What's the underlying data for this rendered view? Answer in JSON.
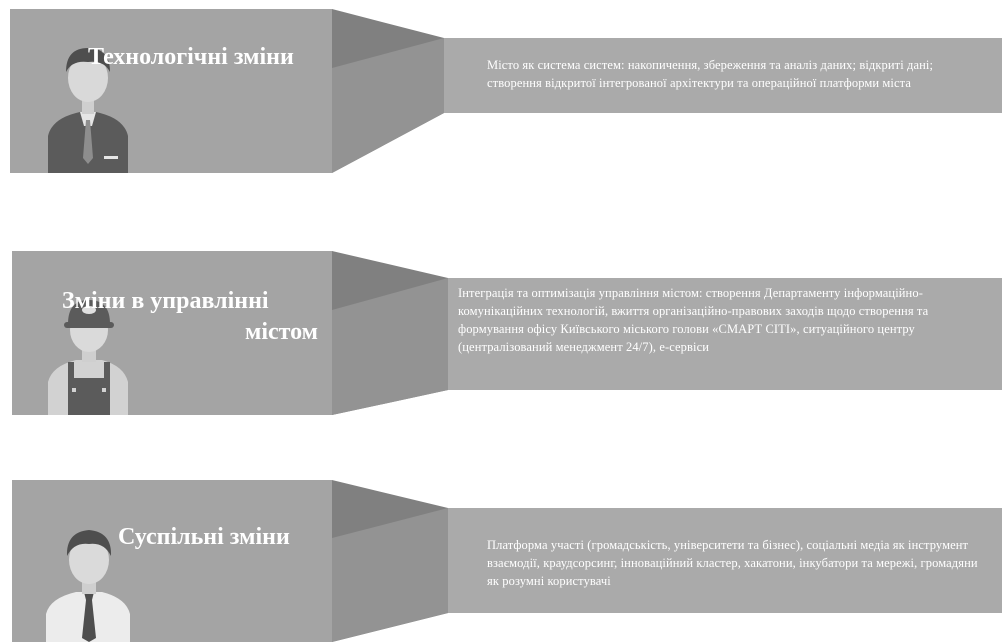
{
  "rows": [
    {
      "heading": "Технологічні зміни",
      "icon": "businessman-icon",
      "description": "Місто як система систем: накопичення, збереження та аналіз даних; відкриті дані; створення відкритої інтегрованої архітектури та операційної платформи міста"
    },
    {
      "heading_line1": "Зміни в управлінні",
      "heading_line2": "містом",
      "icon": "worker-icon",
      "description": "Інтеграція та оптимізація управління містом: створення Департаменту інформаційно-комунікаційних технологій, вжиття організаційно-правових заходів щодо створення та формування офісу Київського міського голови «СМАРТ СІТІ», ситуаційного центру (централізований менеджмент 24/7), е-сервіси"
    },
    {
      "heading": "Суспільні зміни",
      "icon": "office-worker-icon",
      "description": "Платформа участі (громадськість, університети та бізнес), соціальні медіа як інструмент взаємодії, краудсорсинг, інноваційний кластер, хакатони, інкубатори та мережі, громадяни як розумні користувачі"
    }
  ],
  "colors": {
    "left_panel": "#a4a4a4",
    "fold_dark": "#7c7c7c",
    "fold_mid": "#959595",
    "right_panel": "#aaaaaa",
    "icon_dark": "#5a5a5a",
    "icon_light": "#d6d6d6"
  }
}
